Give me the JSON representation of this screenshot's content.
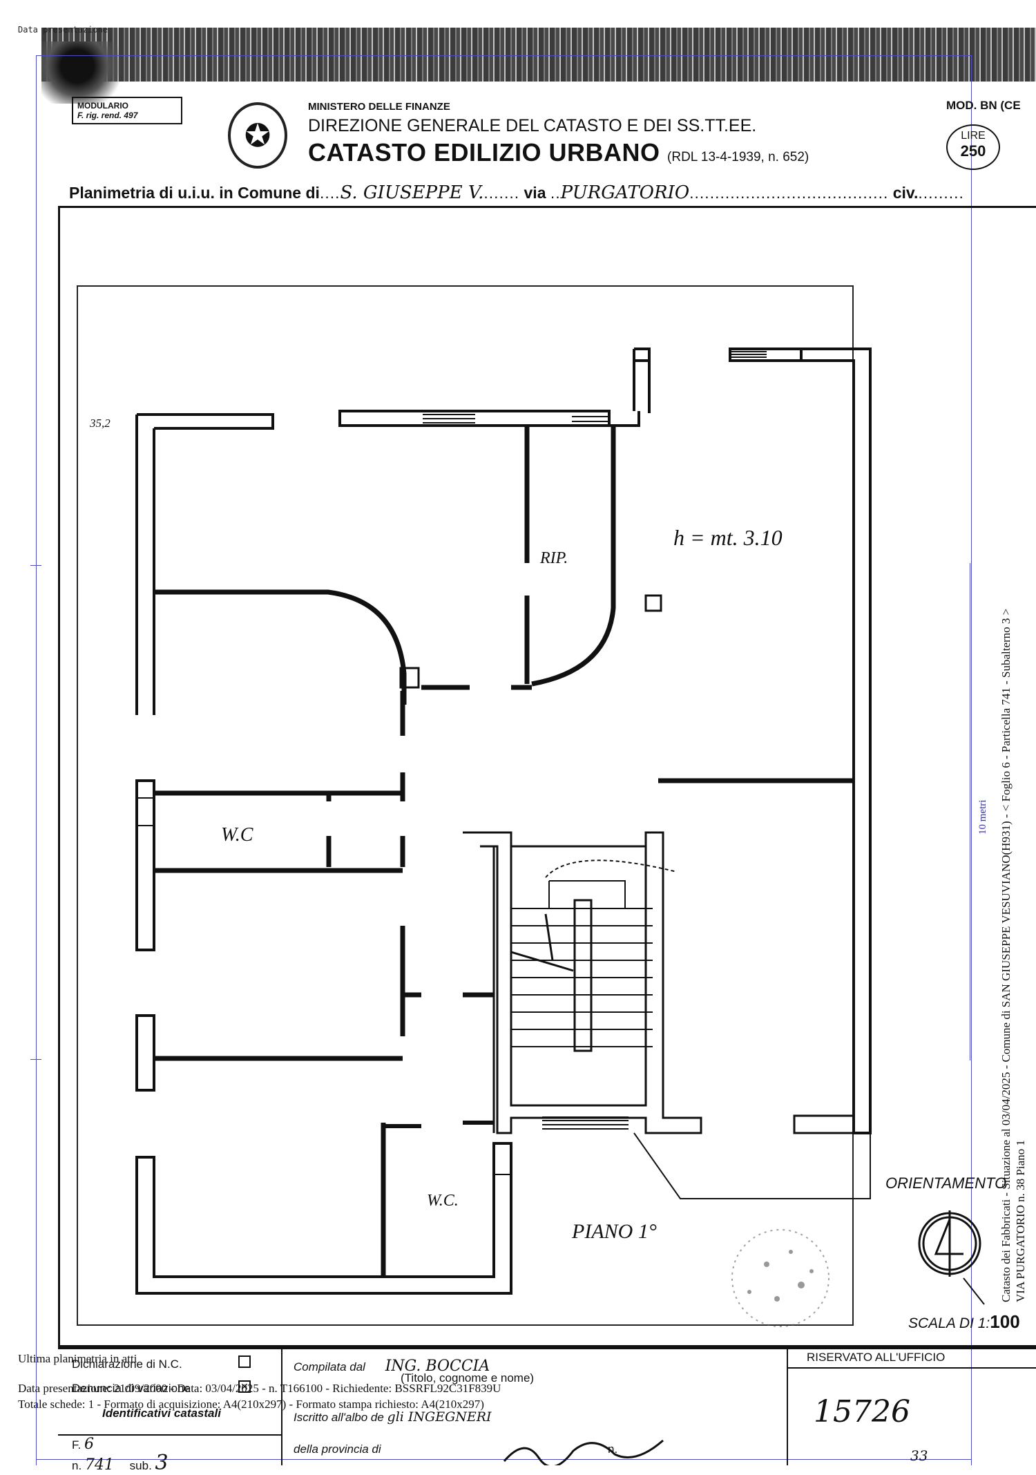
{
  "header": {
    "top_left_text": "Data presentazione",
    "modulario_line1": "MODULARIO",
    "modulario_line2": "F. rig. rend. 497",
    "ministry": "MINISTERO DELLE FINANZE",
    "direzione": "DIREZIONE GENERALE DEL CATASTO E DEI SS.TT.EE.",
    "catasto": "CATASTO EDILIZIO URBANO",
    "catasto_ref": "(RDL 13-4-1939, n. 652)",
    "mod": "MOD. BN (CE",
    "lire_label": "LIRE",
    "lire_value": "250",
    "planimetria_label": "Planimetria di u.i.u. in Comune di",
    "comune_value": "S. GIUSEPPE V.",
    "via_label": "via",
    "via_value": "PURGATORIO",
    "civ_label": "civ."
  },
  "plan": {
    "note_top_left": "35,2",
    "label_rip": "RIP.",
    "label_height": "h = mt. 3.10",
    "label_wc1": "W.C",
    "label_wc2": "W.C.",
    "label_piano": "PIANO 1°",
    "orientamento": "ORIENTAMENTO",
    "scala_label": "SCALA DI 1:",
    "scala_value": "100",
    "metri": "10 metri"
  },
  "side_stamp": {
    "line1": "Catasto dei Fabbricati - Situazione al 03/04/2025 - Comune di SAN GIUSEPPE VESUVIANO(H931) - < Foglio 6 - Particella 741 - Subalterno 3 >",
    "line2": "VIA PURGATORIO n. 38 Piano 1"
  },
  "bottom": {
    "dichiarazione": "Dichiarazione di N.C.",
    "denuncia": "Denuncia di variazione",
    "identificativi": "Identificativi catastali",
    "f_label": "F.",
    "f_value": "6",
    "n_label": "n.",
    "n_value": "741",
    "sub_label": "sub.",
    "sub_value": "3",
    "compilata": "Compilata dal",
    "compilata_value": "ING. BOCCIA",
    "titolo": "(Titolo, cognome e nome)",
    "iscritto": "Iscritto all'albo de",
    "iscritto_value": "gli INGEGNERI",
    "provincia": "della provincia di",
    "n_albo_label": "n.",
    "riservato": "RISERVATO ALL'UFFICIO",
    "ufficio_number": "15726",
    "ufficio_small": "33"
  },
  "overlay": {
    "line1": "Ultima planimetria in atti",
    "line2": "Data presentazione: 21/09/2000 - Data: 03/04/2025 - n. T166100 - Richiedente: BSSRFL92C31F839U",
    "line3": "Totale schede: 1 - Formato di acquisizione: A4(210x297) - Formato stampa richiesto: A4(210x297)"
  }
}
